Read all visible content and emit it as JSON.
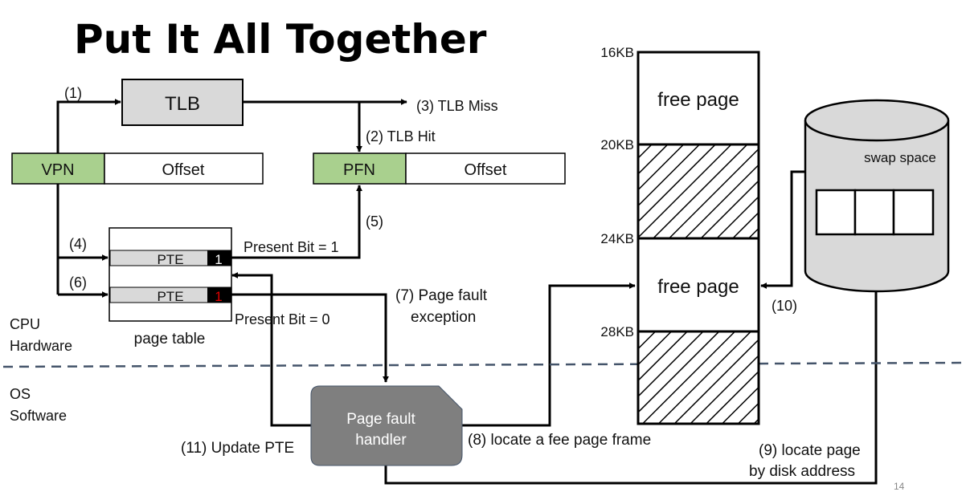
{
  "slide": {
    "title": "Put It All Together",
    "page_number": "14"
  },
  "tlb": {
    "label": "TLB"
  },
  "virtual_address": {
    "vpn": "VPN",
    "offset": "Offset"
  },
  "physical_address": {
    "pfn": "PFN",
    "offset": "Offset"
  },
  "page_table": {
    "caption": "page table",
    "entries": [
      {
        "label": "PTE",
        "bit": "1",
        "bit_color": "#ffffff"
      },
      {
        "label": "PTE",
        "bit": "1",
        "bit_color": "#e00000"
      }
    ]
  },
  "steps": {
    "s1": "(1)",
    "s2": "(2) TLB Hit",
    "s3": "(3) TLB Miss",
    "s4": "(4)",
    "s5": "(5)",
    "s6": "(6)",
    "s7_line1": "(7) Page fault",
    "s7_line2": "exception",
    "s8": "(8) locate a fee page frame",
    "s9_line1": "(9) locate page",
    "s9_line2": "by disk address",
    "s10": "(10)",
    "s11": "(11) Update PTE"
  },
  "present_bits": {
    "one": "Present Bit = 1",
    "zero": "Present Bit = 0"
  },
  "regions": {
    "cpu_line1": "CPU",
    "cpu_line2": "Hardware",
    "os_line1": "OS",
    "os_line2": "Software"
  },
  "handler": {
    "line1": "Page fault",
    "line2": "handler"
  },
  "memory": {
    "addresses": [
      "16KB",
      "20KB",
      "24KB",
      "28KB"
    ],
    "free_page_top": "free page",
    "free_page_bottom": "free page"
  },
  "disk": {
    "label": "swap space"
  },
  "colors": {
    "green": "#a9d08e",
    "gray_box": "#d9d9d9",
    "handler": "#7f7f7f",
    "disk": "#d9d9d9",
    "dashed_line": "#44546a"
  }
}
